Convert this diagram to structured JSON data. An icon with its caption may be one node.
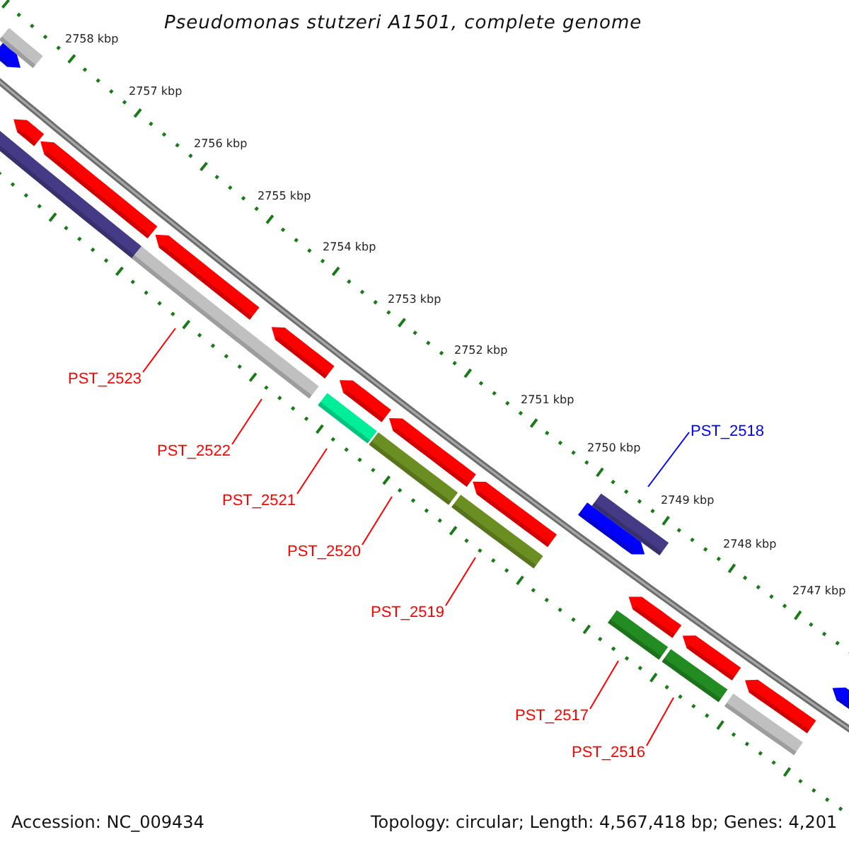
{
  "diagram": {
    "title": "Pseudomonas stutzeri A1501, complete genome",
    "nodes": [
      {
        "text": [
          "PST_2523"
        ]
      },
      {
        "text": [
          "PST_2518"
        ]
      },
      {
        "text": [
          "PST_2522"
        ]
      },
      {
        "text": [
          "PST_2521"
        ]
      },
      {
        "text": [
          "PST_2520"
        ]
      },
      {
        "text": [
          "PST_2519"
        ]
      },
      {
        "text": [
          "PST_2517"
        ]
      },
      {
        "text": [
          "PST_2516"
        ]
      }
    ],
    "edges": [
      {
        "from": 0,
        "to": null,
        "arrow": "none"
      },
      {
        "from": 1,
        "to": null,
        "arrow": "none",
        "color": "#0000ff"
      },
      {
        "from": 2,
        "to": null,
        "arrow": "none"
      },
      {
        "from": 3,
        "to": null,
        "arrow": "none"
      },
      {
        "from": 4,
        "to": null,
        "arrow": "none"
      },
      {
        "from": 5,
        "to": null,
        "arrow": "none"
      },
      {
        "from": 6,
        "to": null,
        "arrow": "none"
      },
      {
        "from": 7,
        "to": null,
        "arrow": "none"
      }
    ],
    "labels": [
      "2758 kbp",
      "2757 kbp",
      "2756 kbp",
      "2755 kbp",
      "2754 kbp",
      "2753 kbp",
      "2752 kbp",
      "2751 kbp",
      "2750 kbp",
      "2749 kbp",
      "2748 kbp",
      "2747 kbp",
      "Accession: NC_009434",
      "Topology: circular; Length: 4,567,418 bp; Genes: 4,201"
    ]
  }
}
